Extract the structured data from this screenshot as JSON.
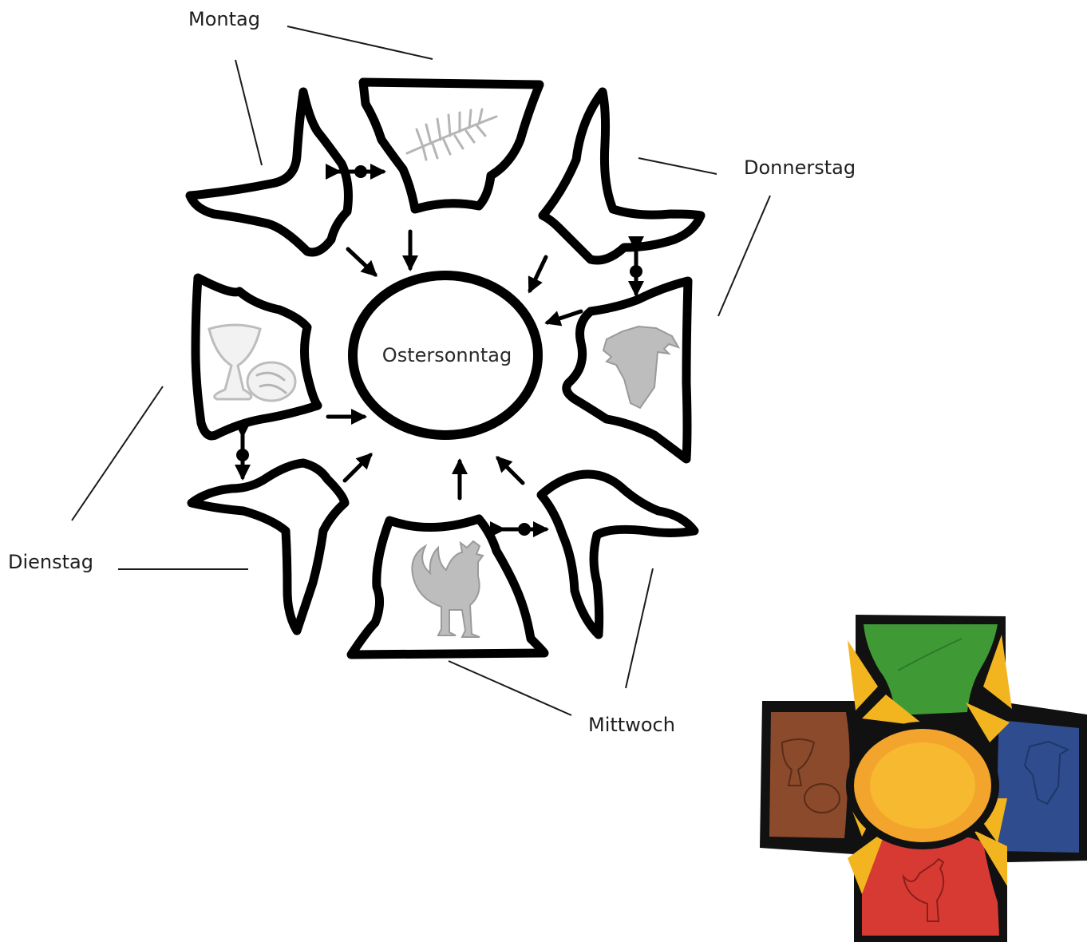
{
  "center": {
    "label": "Ostersonntag"
  },
  "days": {
    "montag": "Montag",
    "dienstag": "Dienstag",
    "mittwoch": "Mittwoch",
    "donnerstag": "Donnerstag"
  },
  "colors": {
    "outline": "#000000",
    "symbol_gray": "#bdbdbd",
    "preview_green": "#3f9a35",
    "preview_brown": "#8b4a2c",
    "preview_blue": "#2f4d8e",
    "preview_red": "#d73a33",
    "preview_yellow": "#f2b51f",
    "preview_orange": "#f3a42c"
  },
  "symbols": [
    "palm-branch-icon",
    "chalice-bread-icon",
    "rooster-icon",
    "christ-crown-of-thorns-icon"
  ]
}
